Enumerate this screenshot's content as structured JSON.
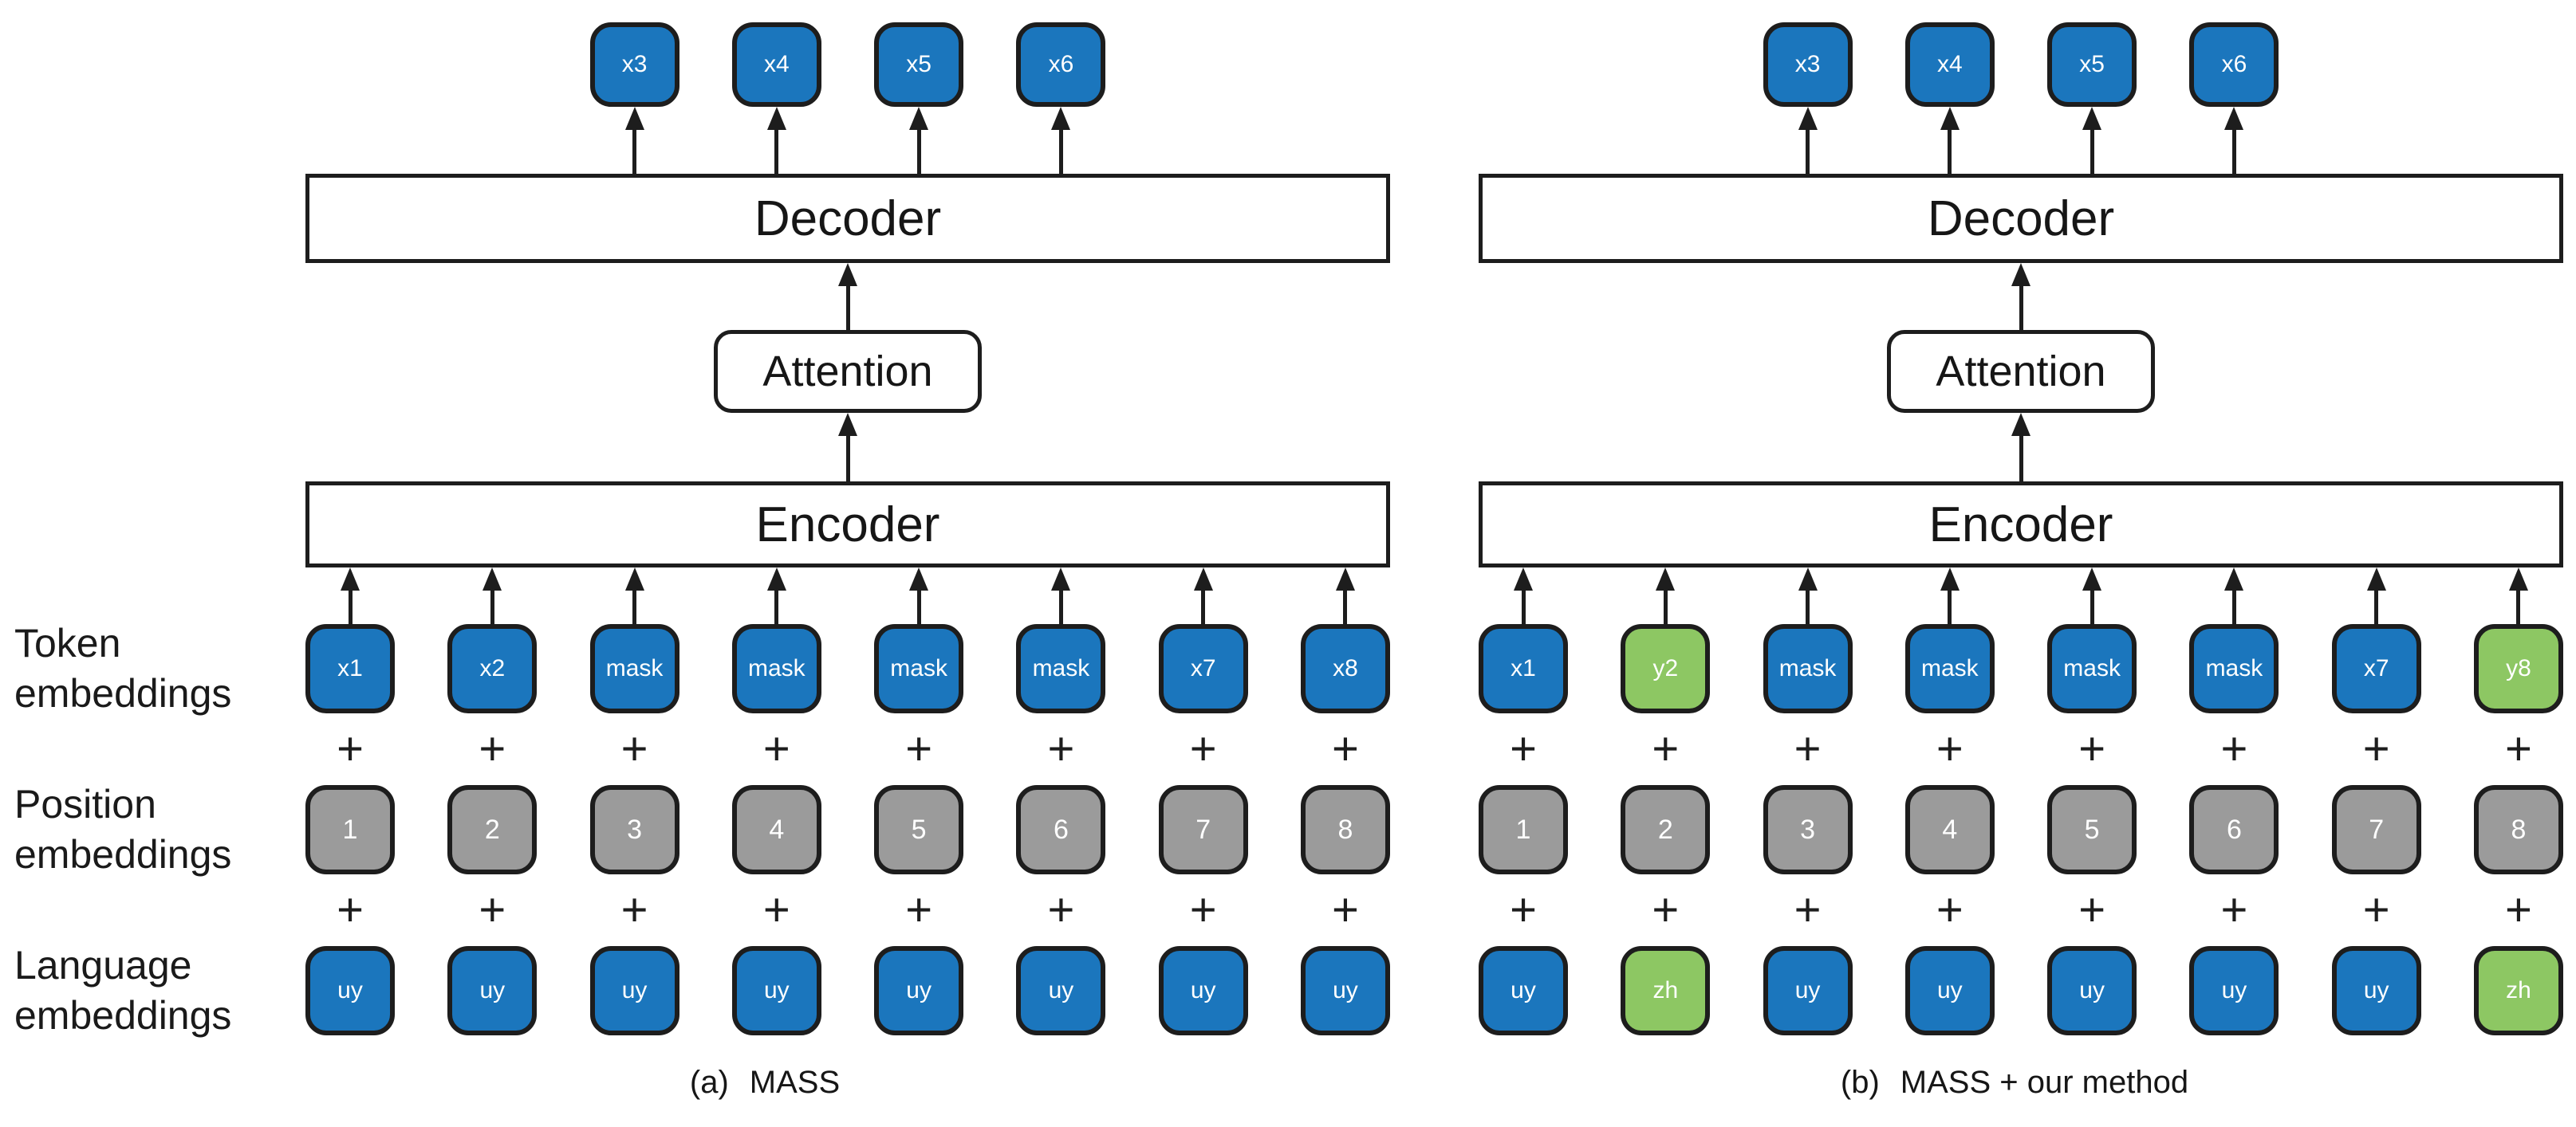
{
  "colors": {
    "blue": "#1b76bd",
    "green": "#8dc763",
    "gray": "#9b9b9b",
    "outline": "#1d1d1d"
  },
  "plus_glyph": "+",
  "row_labels": [
    {
      "lines": [
        "Token",
        "embeddings"
      ]
    },
    {
      "lines": [
        "Position",
        "embeddings"
      ]
    },
    {
      "lines": [
        "Language",
        "embeddings"
      ]
    }
  ],
  "diagrams": [
    {
      "caption_prefix": "(a)",
      "caption_text": "MASS",
      "decoder": "Decoder",
      "attention": "Attention",
      "encoder": "Encoder",
      "outputs": [
        {
          "label": "x3",
          "color": "blue"
        },
        {
          "label": "x4",
          "color": "blue"
        },
        {
          "label": "x5",
          "color": "blue"
        },
        {
          "label": "x6",
          "color": "blue"
        }
      ],
      "tokens": [
        {
          "label": "x1",
          "color": "blue"
        },
        {
          "label": "x2",
          "color": "blue"
        },
        {
          "label": "mask",
          "color": "blue"
        },
        {
          "label": "mask",
          "color": "blue"
        },
        {
          "label": "mask",
          "color": "blue"
        },
        {
          "label": "mask",
          "color": "blue"
        },
        {
          "label": "x7",
          "color": "blue"
        },
        {
          "label": "x8",
          "color": "blue"
        }
      ],
      "positions": [
        {
          "label": "1",
          "color": "gray"
        },
        {
          "label": "2",
          "color": "gray"
        },
        {
          "label": "3",
          "color": "gray"
        },
        {
          "label": "4",
          "color": "gray"
        },
        {
          "label": "5",
          "color": "gray"
        },
        {
          "label": "6",
          "color": "gray"
        },
        {
          "label": "7",
          "color": "gray"
        },
        {
          "label": "8",
          "color": "gray"
        }
      ],
      "languages": [
        {
          "label": "uy",
          "color": "blue"
        },
        {
          "label": "uy",
          "color": "blue"
        },
        {
          "label": "uy",
          "color": "blue"
        },
        {
          "label": "uy",
          "color": "blue"
        },
        {
          "label": "uy",
          "color": "blue"
        },
        {
          "label": "uy",
          "color": "blue"
        },
        {
          "label": "uy",
          "color": "blue"
        },
        {
          "label": "uy",
          "color": "blue"
        }
      ]
    },
    {
      "caption_prefix": "(b)",
      "caption_text": "MASS + our method",
      "decoder": "Decoder",
      "attention": "Attention",
      "encoder": "Encoder",
      "outputs": [
        {
          "label": "x3",
          "color": "blue"
        },
        {
          "label": "x4",
          "color": "blue"
        },
        {
          "label": "x5",
          "color": "blue"
        },
        {
          "label": "x6",
          "color": "blue"
        }
      ],
      "tokens": [
        {
          "label": "x1",
          "color": "blue"
        },
        {
          "label": "y2",
          "color": "green"
        },
        {
          "label": "mask",
          "color": "blue"
        },
        {
          "label": "mask",
          "color": "blue"
        },
        {
          "label": "mask",
          "color": "blue"
        },
        {
          "label": "mask",
          "color": "blue"
        },
        {
          "label": "x7",
          "color": "blue"
        },
        {
          "label": "y8",
          "color": "green"
        }
      ],
      "positions": [
        {
          "label": "1",
          "color": "gray"
        },
        {
          "label": "2",
          "color": "gray"
        },
        {
          "label": "3",
          "color": "gray"
        },
        {
          "label": "4",
          "color": "gray"
        },
        {
          "label": "5",
          "color": "gray"
        },
        {
          "label": "6",
          "color": "gray"
        },
        {
          "label": "7",
          "color": "gray"
        },
        {
          "label": "8",
          "color": "gray"
        }
      ],
      "languages": [
        {
          "label": "uy",
          "color": "blue"
        },
        {
          "label": "zh",
          "color": "green"
        },
        {
          "label": "uy",
          "color": "blue"
        },
        {
          "label": "uy",
          "color": "blue"
        },
        {
          "label": "uy",
          "color": "blue"
        },
        {
          "label": "uy",
          "color": "blue"
        },
        {
          "label": "uy",
          "color": "blue"
        },
        {
          "label": "zh",
          "color": "green"
        }
      ]
    }
  ]
}
